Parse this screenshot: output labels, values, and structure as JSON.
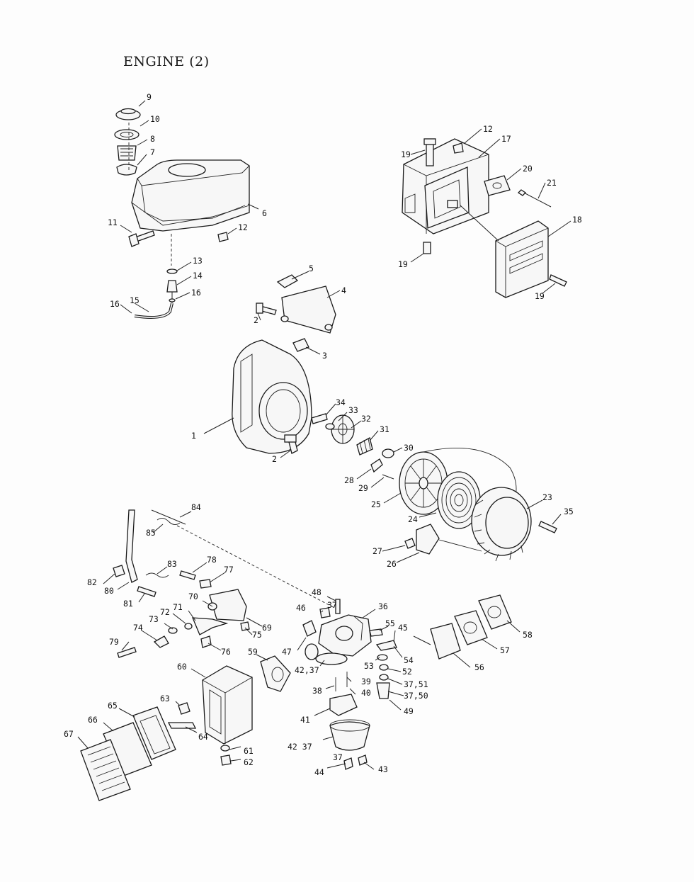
{
  "title": "ENGINE (2)",
  "callouts": [
    {
      "id": "c9",
      "text": "9"
    },
    {
      "id": "c10",
      "text": "10"
    },
    {
      "id": "c8",
      "text": "8"
    },
    {
      "id": "c7",
      "text": "7"
    },
    {
      "id": "c6",
      "text": "6"
    },
    {
      "id": "c11",
      "text": "11"
    },
    {
      "id": "c12a",
      "text": "12"
    },
    {
      "id": "c13",
      "text": "13"
    },
    {
      "id": "c14",
      "text": "14"
    },
    {
      "id": "c16a",
      "text": "16"
    },
    {
      "id": "c15",
      "text": "15"
    },
    {
      "id": "c16b",
      "text": "16"
    },
    {
      "id": "c12b",
      "text": "12"
    },
    {
      "id": "c17",
      "text": "17"
    },
    {
      "id": "c19a",
      "text": "19"
    },
    {
      "id": "c20",
      "text": "20"
    },
    {
      "id": "c21",
      "text": "21"
    },
    {
      "id": "c18",
      "text": "18"
    },
    {
      "id": "c19b",
      "text": "19"
    },
    {
      "id": "c19c",
      "text": "19"
    },
    {
      "id": "c5",
      "text": "5"
    },
    {
      "id": "c4",
      "text": "4"
    },
    {
      "id": "c2a",
      "text": "2"
    },
    {
      "id": "c3",
      "text": "3"
    },
    {
      "id": "c1",
      "text": "1"
    },
    {
      "id": "c34",
      "text": "34"
    },
    {
      "id": "c33",
      "text": "33"
    },
    {
      "id": "c32",
      "text": "32"
    },
    {
      "id": "c31",
      "text": "31"
    },
    {
      "id": "c2b",
      "text": "2"
    },
    {
      "id": "c30",
      "text": "30"
    },
    {
      "id": "c28",
      "text": "28"
    },
    {
      "id": "c29",
      "text": "29"
    },
    {
      "id": "c25",
      "text": "25"
    },
    {
      "id": "c23",
      "text": "23"
    },
    {
      "id": "c35",
      "text": "35"
    },
    {
      "id": "c24",
      "text": "24"
    },
    {
      "id": "c27",
      "text": "27"
    },
    {
      "id": "c26",
      "text": "26"
    },
    {
      "id": "c84",
      "text": "84"
    },
    {
      "id": "c85",
      "text": "85"
    },
    {
      "id": "c83",
      "text": "83"
    },
    {
      "id": "c78",
      "text": "78"
    },
    {
      "id": "c77",
      "text": "77"
    },
    {
      "id": "c82",
      "text": "82"
    },
    {
      "id": "c80",
      "text": "80"
    },
    {
      "id": "c81",
      "text": "81"
    },
    {
      "id": "c70",
      "text": "70"
    },
    {
      "id": "c71",
      "text": "71"
    },
    {
      "id": "c72",
      "text": "72"
    },
    {
      "id": "c73",
      "text": "73"
    },
    {
      "id": "c74",
      "text": "74"
    },
    {
      "id": "c69",
      "text": "69"
    },
    {
      "id": "c75",
      "text": "75"
    },
    {
      "id": "c79",
      "text": "79"
    },
    {
      "id": "c76",
      "text": "76"
    },
    {
      "id": "c48",
      "text": "48"
    },
    {
      "id": "c37a",
      "text": "37"
    },
    {
      "id": "c46",
      "text": "46"
    },
    {
      "id": "c36",
      "text": "36"
    },
    {
      "id": "c55",
      "text": "55"
    },
    {
      "id": "c45",
      "text": "45"
    },
    {
      "id": "c47",
      "text": "47"
    },
    {
      "id": "c4237a",
      "text": "42,37"
    },
    {
      "id": "c53",
      "text": "53"
    },
    {
      "id": "c54",
      "text": "54"
    },
    {
      "id": "c52",
      "text": "52"
    },
    {
      "id": "c3751",
      "text": "37,51"
    },
    {
      "id": "c3750",
      "text": "37,50"
    },
    {
      "id": "c49",
      "text": "49"
    },
    {
      "id": "c39",
      "text": "39"
    },
    {
      "id": "c38",
      "text": "38"
    },
    {
      "id": "c40",
      "text": "40"
    },
    {
      "id": "c41",
      "text": "41"
    },
    {
      "id": "c4237b",
      "text": "42 37"
    },
    {
      "id": "c37b",
      "text": "37"
    },
    {
      "id": "c44",
      "text": "44"
    },
    {
      "id": "c43",
      "text": "43"
    },
    {
      "id": "c56",
      "text": "56"
    },
    {
      "id": "c57",
      "text": "57"
    },
    {
      "id": "c58",
      "text": "58"
    },
    {
      "id": "c59",
      "text": "59"
    },
    {
      "id": "c60",
      "text": "60"
    },
    {
      "id": "c63",
      "text": "63"
    },
    {
      "id": "c64",
      "text": "64"
    },
    {
      "id": "c61",
      "text": "61"
    },
    {
      "id": "c62",
      "text": "62"
    },
    {
      "id": "c65",
      "text": "65"
    },
    {
      "id": "c66",
      "text": "66"
    },
    {
      "id": "c67",
      "text": "67"
    }
  ]
}
